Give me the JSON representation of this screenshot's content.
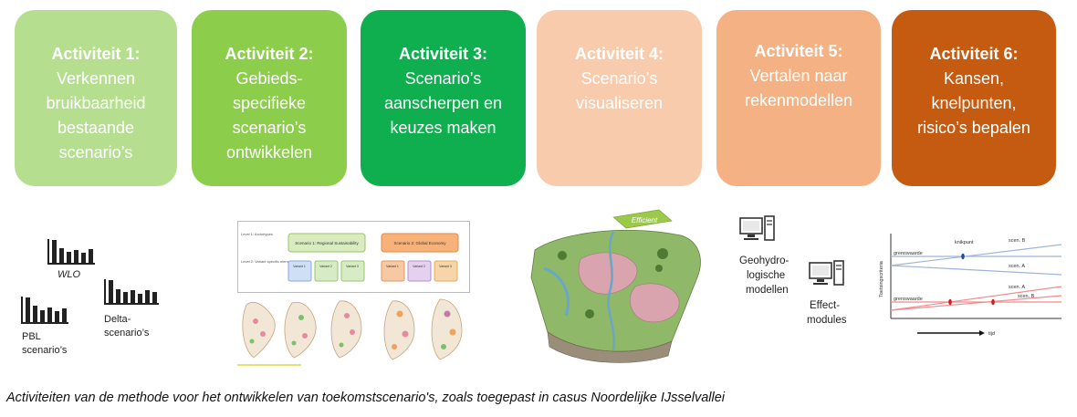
{
  "activities": [
    {
      "title": "Activiteit 1:",
      "lines": [
        "Verkennen",
        "bruikbaarheid",
        "bestaande",
        "scenario’s"
      ],
      "color": "#b5df8f"
    },
    {
      "title": "Activiteit 2:",
      "lines": [
        "Gebieds-",
        "specifieke",
        "scenario’s",
        "ontwikkelen"
      ],
      "color": "#8ccd4b"
    },
    {
      "title": "Activiteit 3:",
      "lines": [
        "Scenario’s",
        "aanscherpen en",
        "keuzes maken"
      ],
      "color": "#0fae4e"
    },
    {
      "title": "Activiteit 4:",
      "lines": [
        "Scenario’s",
        "visualiseren"
      ],
      "color": "#f8cbad"
    },
    {
      "title": "Activiteit 5:",
      "lines": [
        "Vertalen naar",
        "rekenmodellen"
      ],
      "color": "#f4b183"
    },
    {
      "title": "Activiteit 6:",
      "lines": [
        "Kansen,",
        "knelpunten,",
        "risico’s bepalen"
      ],
      "color": "#c55a11"
    }
  ],
  "act1_labels": {
    "wlo": "WLO",
    "pbl_1": "PBL",
    "pbl_2": "scenario’s",
    "delta_1": "Delta-",
    "delta_2": "scenario’s"
  },
  "scenario_diagram": {
    "scen1": "Scenario 1: Regional Sustainability",
    "scen2": "Scenario 2: Global Economy",
    "row1": "Level 1: Archetypes",
    "row2": "Level 2: Variant specific elements",
    "subs": [
      "Variant 1",
      "Variant 2",
      "Variant 3",
      "Variant 1",
      "Variant 2",
      "Variant 3"
    ]
  },
  "act4_banner": "Efficient",
  "act5_labels": {
    "geo_1": "Geohydro-",
    "geo_2": "logische",
    "geo_3": "modellen",
    "eff_1": "Effect-",
    "eff_2": "modules"
  },
  "act6_chart": {
    "ylabel": "Toetsingscriteria",
    "xlabel": "tijd",
    "grens_top": "grenswaarde",
    "grens_bottom": "grenswaarde",
    "knikpunt": "knikpunt",
    "upper_scen_b": "scen. B",
    "upper_scen_a": "scen. A",
    "lower_scen_a": "scen. A",
    "lower_scen_b": "scen. B"
  },
  "caption": "Activiteiten van de methode voor het ontwikkelen van toekomstscenario's, zoals toegepast in casus Noordelijke IJsselvallei"
}
